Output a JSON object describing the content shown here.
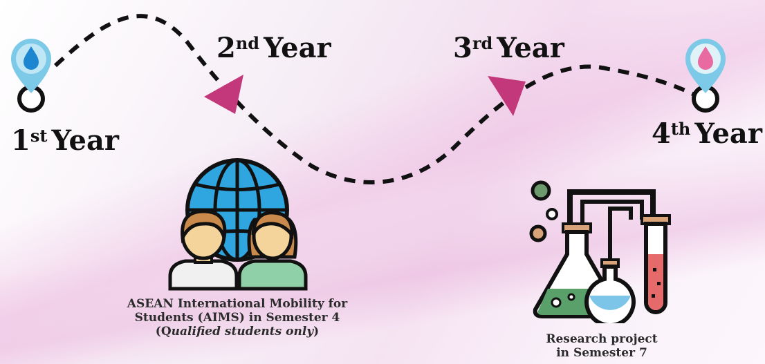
{
  "years": [
    {
      "num": "1",
      "suffix": "st",
      "word": "Year"
    },
    {
      "num": "2",
      "suffix": "nd",
      "word": "Year"
    },
    {
      "num": "3",
      "suffix": "rd",
      "word": "Year"
    },
    {
      "num": "4",
      "suffix": "th",
      "word": "Year"
    }
  ],
  "captions": {
    "aims": {
      "line1": "ASEAN International Mobility for",
      "line2": "Students (AIMS) in Semester 4",
      "line3_open": "(Q",
      "line3_italic": "ualified students only",
      "line3_close": ")"
    },
    "research": {
      "line1": "Research project",
      "line2": "in Semester 7"
    }
  },
  "colors": {
    "pin_blue": "#5ab8e0",
    "pin_pink": "#e86aa0",
    "arrow": "#c2387a",
    "path": "#111111"
  },
  "icons": [
    "location-pin-icon",
    "globe-students-icon",
    "lab-flasks-icon"
  ]
}
